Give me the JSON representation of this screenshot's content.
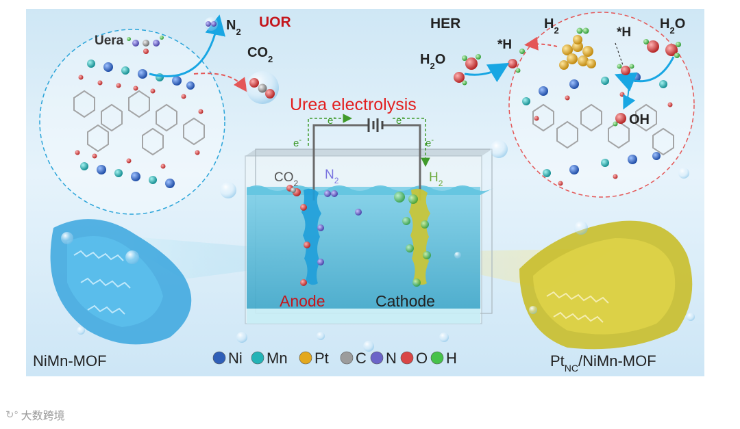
{
  "labels": {
    "uera": "Uera",
    "uor": "UOR",
    "her": "HER",
    "n2_top": "N2",
    "co2_top": "CO2",
    "h2_top": "H2",
    "h2o_left": "H2O",
    "h2o_right": "H2O",
    "star_h_left": "*H",
    "star_h_right": "*H",
    "oh": "OH",
    "urea_electrolysis": "Urea electrolysis",
    "electron": "e-",
    "co2_cell": "CO2",
    "n2_cell": "N2",
    "h2_cell": "H2",
    "anode": "Anode",
    "cathode": "Cathode",
    "left_catalyst": "NiMn-MOF",
    "right_catalyst": "PtNC/NiMn-MOF"
  },
  "legend": [
    {
      "symbol": "Ni",
      "color": "#2f5fb8"
    },
    {
      "symbol": "Mn",
      "color": "#23b3b6"
    },
    {
      "symbol": "Pt",
      "color": "#e3a81e"
    },
    {
      "symbol": "C",
      "color": "#9c9c9c"
    },
    {
      "symbol": "N",
      "color": "#6b64c8"
    },
    {
      "symbol": "O",
      "color": "#d94646"
    },
    {
      "symbol": "H",
      "color": "#46c24a"
    }
  ],
  "watermark": "大数跨境",
  "colors": {
    "uor_red": "#c4161c",
    "electrolysis_red": "#e21f1f",
    "anode_red": "#c4161c",
    "electron_green": "#3f9a2a",
    "arrow_blue": "#18a6e3",
    "dashed_red": "#e45757",
    "dashed_blue": "#2aa4d9",
    "left_mof_blue": "#3aa6de",
    "right_mof_yellow": "#c9be2a"
  }
}
